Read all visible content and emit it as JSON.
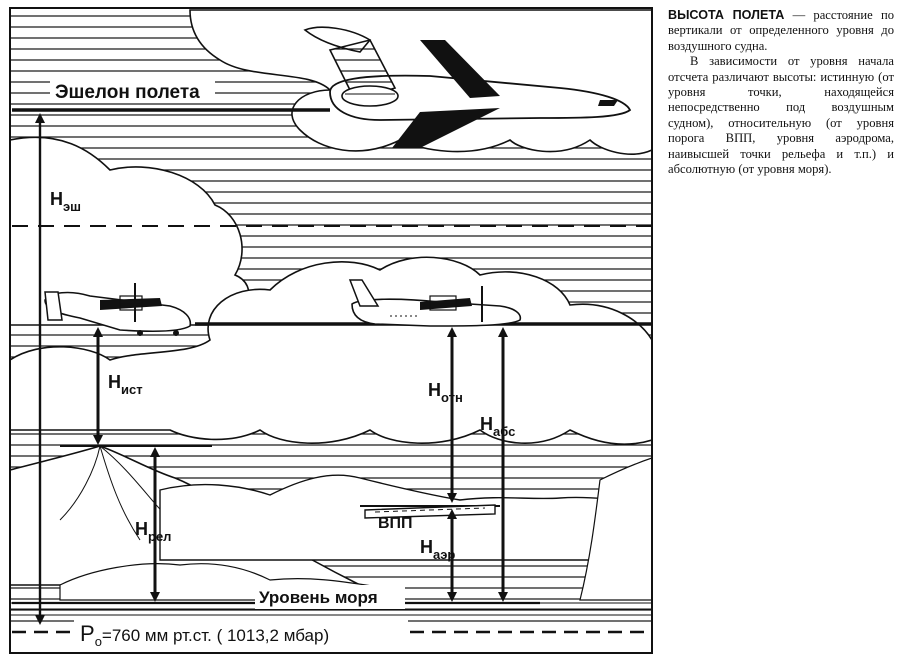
{
  "diagram": {
    "flight_level_label": "Эшелон полета",
    "h_esh": {
      "main": "H",
      "sub": "эш"
    },
    "h_ist": {
      "main": "H",
      "sub": "ист"
    },
    "h_otn": {
      "main": "H",
      "sub": "отн"
    },
    "h_abs": {
      "main": "H",
      "sub": "абс"
    },
    "h_rel": {
      "main": "H",
      "sub": "рел"
    },
    "h_aer": {
      "main": "H",
      "sub": "аэр"
    },
    "runway_label": "ВПП",
    "sea_level_label": "Уровень моря",
    "pressure": {
      "symbol": "P",
      "subscript": "o",
      "value": "=760 мм рт.ст. ( 1013,2 мбар)"
    }
  },
  "definition": {
    "term": "ВЫСОТА ПОЛЕТА",
    "lead": " — расстояние по вертикали от определенного уровня до воздушного судна.",
    "body": "В зависимости от уровня начала отсчета различают высоты: истинную (от уровня точки, находящейся непосредственно под воздушным судном), относительную (от уровня порога ВПП, уровня аэродрома, наивысшей точки рельефа и т.п.) и абсолютную (от уровня моря)."
  },
  "colors": {
    "ink": "#111111",
    "paper": "#ffffff",
    "cloud": "#ffffff"
  }
}
